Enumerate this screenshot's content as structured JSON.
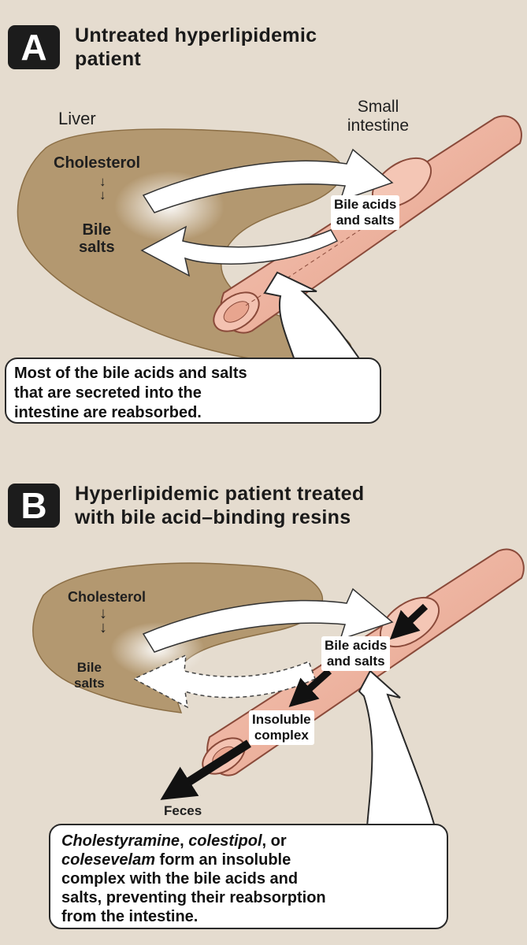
{
  "panel_a": {
    "badge": "A",
    "title_line1": "Untreated hyperlipidemic",
    "title_line2": "patient",
    "liver_label": "Liver",
    "intestine_label_line1": "Small",
    "intestine_label_line2": "intestine",
    "cholesterol_label": "Cholesterol",
    "bile_salts_line1": "Bile",
    "bile_salts_line2": "salts",
    "bile_acids_tag_line1": "Bile acids",
    "bile_acids_tag_line2": "and salts",
    "callout_lines": [
      "Most of the bile acids and salts",
      "that are secreted into the",
      "intestine are reabsorbed."
    ]
  },
  "panel_b": {
    "badge": "B",
    "title_line1": "Hyperlipidemic patient treated",
    "title_line2": "with bile acid–binding resins",
    "cholesterol_label": "Cholesterol",
    "bile_salts_line1": "Bile",
    "bile_salts_line2": "salts",
    "bile_acids_tag_line1": "Bile acids",
    "bile_acids_tag_line2": "and salts",
    "complex_tag_line1": "Insoluble",
    "complex_tag_line2": "complex",
    "feces_label": "Feces",
    "callout": {
      "drug1": "Cholestyramine",
      "sep1": ", ",
      "drug2": "colestipol",
      "sep2": ", or",
      "drug3": "colesevelam",
      "line2_rest": " form an insoluble",
      "line3": "complex with the bile acids and",
      "line4": "salts, preventing their reabsorption",
      "line5": "from the intestine."
    }
  },
  "colors": {
    "background": "#e5dccf",
    "liver": "#b39870",
    "intestine": "#ecaf9a",
    "intestine_outline": "#8a4a3a",
    "badge": "#1c1c1c"
  },
  "icons": [
    "down-arrow-icon"
  ]
}
